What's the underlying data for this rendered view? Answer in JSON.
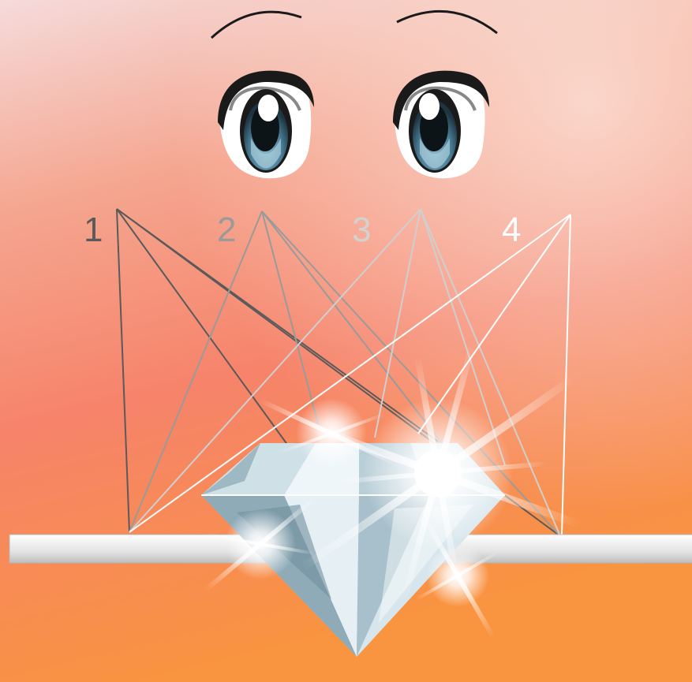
{
  "labels": [
    {
      "text": "1",
      "color": "#5a5a5a"
    },
    {
      "text": "2",
      "color": "#9a9a9a"
    },
    {
      "text": "3",
      "color": "#d2d2d2"
    },
    {
      "text": "4",
      "color": "#ffffff"
    }
  ],
  "colors": {
    "background_top": "#f4d8d8",
    "background_mid": "#f58c6c",
    "background_bottom": "#f98f3f",
    "line_1": "#5a5a5a",
    "line_2": "#9a9a9a",
    "line_3": "#cfcfcf",
    "line_4": "#ffffff",
    "rod": "#e6e6e6",
    "iris": "#4a7d96",
    "diamond": "#dfeef3"
  },
  "icons": {
    "eyes": "anime-eyes-icon",
    "diamond": "sparkling-diamond-icon",
    "rod": "horizontal-bar"
  }
}
